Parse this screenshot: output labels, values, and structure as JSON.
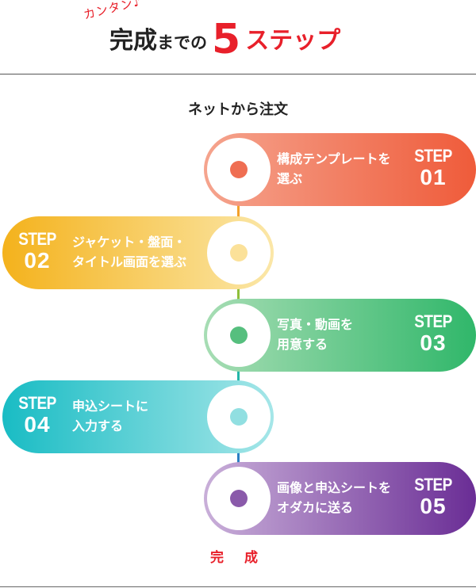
{
  "header": {
    "kantan": "カンタン♪",
    "title_a": "完成",
    "title_b": "までの",
    "title_num": "5",
    "title_c": "ステップ"
  },
  "start_label": "ネットから注文",
  "end_label": "完 成",
  "steps": [
    {
      "step_label": "STEP",
      "step_num": "01",
      "line1": "構成テンプレートを",
      "line2": "選ぶ",
      "side": "right",
      "color_from": "#f5a48e",
      "color_to": "#ef5b3a",
      "dot_color": "#ef6e52"
    },
    {
      "step_label": "STEP",
      "step_num": "02",
      "line1": "ジャケット・盤面・",
      "line2": "タイトル画面を選ぶ",
      "side": "left",
      "color_from": "#f4b21c",
      "color_to": "#fbe7a8",
      "dot_color": "#fbe199"
    },
    {
      "step_label": "STEP",
      "step_num": "03",
      "line1": "写真・動画を",
      "line2": "用意する",
      "side": "right",
      "color_from": "#a7ddb4",
      "color_to": "#30b76a",
      "dot_color": "#56bf7e"
    },
    {
      "step_label": "STEP",
      "step_num": "04",
      "line1": "申込シートに",
      "line2": "入力する",
      "side": "left",
      "color_from": "#19bcc4",
      "color_to": "#a5e6e8",
      "dot_color": "#91dfe1"
    },
    {
      "step_label": "STEP",
      "step_num": "05",
      "line1": "画像と申込シートを",
      "line2": "オダカに送る",
      "side": "right",
      "color_from": "#c9afd9",
      "color_to": "#6a2d95",
      "dot_color": "#8a5aaa"
    }
  ],
  "connector_colors": [
    "#f3a02a",
    "#8fbf3a",
    "#23b6a8",
    "#2b7fc3"
  ]
}
